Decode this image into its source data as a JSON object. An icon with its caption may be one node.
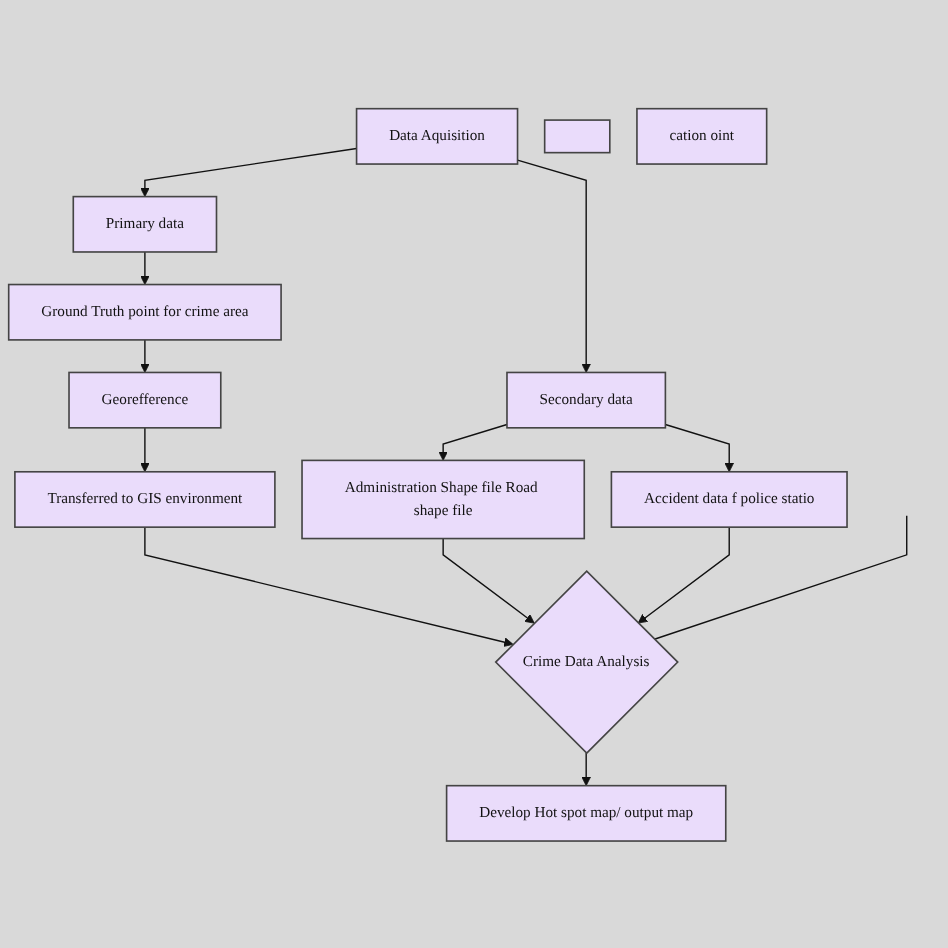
{
  "diagram": {
    "nodes": [
      {
        "text": [
          "Data Aquisition"
        ]
      },
      {
        "text": [],
        "shape": "box"
      },
      {
        "text": [
          "Primary data"
        ]
      },
      {
        "text": [
          "Secondary data"
        ]
      },
      {
        "text": [
          "Ground Truth point for crime area"
        ]
      },
      {
        "text": [
          "cation oint"
        ]
      },
      {
        "text": [
          "Administration Shape file Road shape file"
        ]
      },
      {
        "text": [
          "Accident data f police statio"
        ]
      },
      {
        "text": [
          "Georefference"
        ]
      },
      {
        "text": [
          "Transferred to GIS environment"
        ]
      },
      {
        "text": [
          "Crime Data Analysis"
        ]
      },
      {
        "text": [
          "Develop Hot spot map/ output map"
        ]
      }
    ],
    "edges": [
      {
        "from": 0,
        "to": 2,
        "arrow": "to"
      },
      {
        "from": 0,
        "to": 3,
        "arrow": "to"
      },
      {
        "from": 2,
        "to": 4,
        "arrow": "to"
      },
      {
        "from": 3,
        "to": 6,
        "arrow": "to"
      },
      {
        "from": 3,
        "to": 7,
        "arrow": "to"
      },
      {
        "from": 4,
        "to": 8,
        "arrow": "to"
      },
      {
        "from": 8,
        "to": 9,
        "arrow": "to"
      },
      {
        "from": 9,
        "to": 10,
        "arrow": "to"
      },
      {
        "from": 6,
        "to": 10,
        "arrow": "to"
      },
      {
        "from": 7,
        "to": 10,
        "arrow": "to"
      },
      {
        "from": null,
        "to": 10,
        "arrow": "none"
      },
      {
        "from": 10,
        "to": 11,
        "arrow": "to"
      }
    ]
  }
}
